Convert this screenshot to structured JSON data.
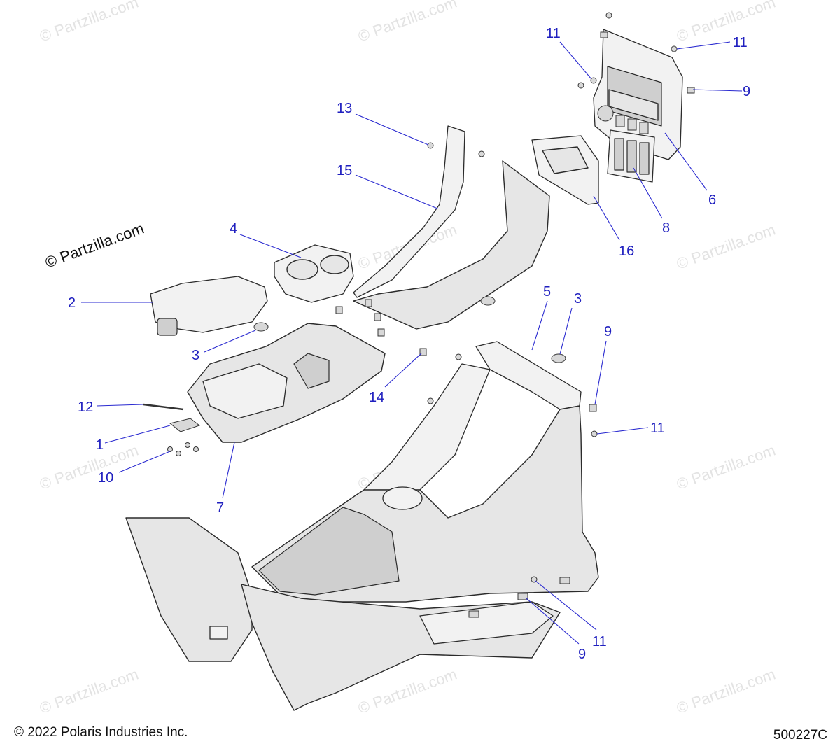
{
  "watermark_text": "© Partzilla.com",
  "copyright": "© 2022 Polaris Industries Inc.",
  "diagram_id": "500227C",
  "callouts": [
    {
      "id": "c1",
      "label": "1"
    },
    {
      "id": "c2",
      "label": "2"
    },
    {
      "id": "c3a",
      "label": "3"
    },
    {
      "id": "c3b",
      "label": "3"
    },
    {
      "id": "c4",
      "label": "4"
    },
    {
      "id": "c5",
      "label": "5"
    },
    {
      "id": "c6",
      "label": "6"
    },
    {
      "id": "c7",
      "label": "7"
    },
    {
      "id": "c8",
      "label": "8"
    },
    {
      "id": "c9a",
      "label": "9"
    },
    {
      "id": "c9b",
      "label": "9"
    },
    {
      "id": "c9c",
      "label": "9"
    },
    {
      "id": "c10",
      "label": "10"
    },
    {
      "id": "c11a",
      "label": "11"
    },
    {
      "id": "c11b",
      "label": "11"
    },
    {
      "id": "c11c",
      "label": "11"
    },
    {
      "id": "c11d",
      "label": "11"
    },
    {
      "id": "c12",
      "label": "12"
    },
    {
      "id": "c13",
      "label": "13"
    },
    {
      "id": "c14",
      "label": "14"
    },
    {
      "id": "c15",
      "label": "15"
    },
    {
      "id": "c16",
      "label": "16"
    }
  ]
}
